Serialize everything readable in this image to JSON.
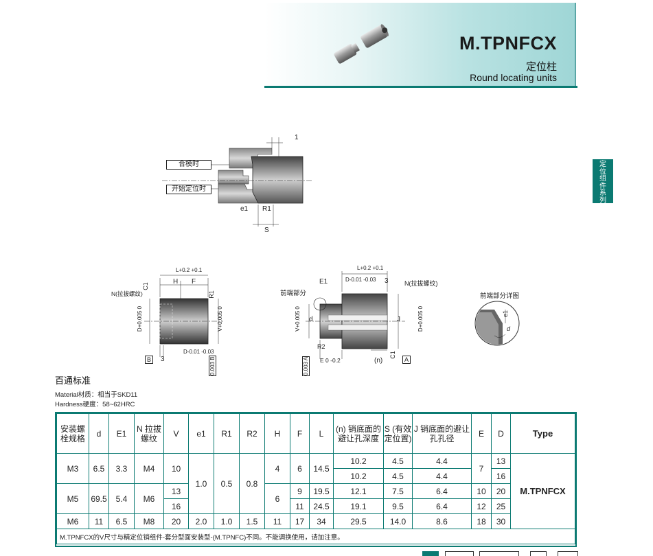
{
  "header": {
    "title": "M.TPNFCX",
    "subtitle_cn": "定位柱",
    "subtitle_en": "Round locating units"
  },
  "side_tab": {
    "label": "定位组件系列"
  },
  "diagram_top": {
    "label_closed": "合模时",
    "label_start": "开始定位时",
    "callout": "1",
    "e1": "e1",
    "r1": "R1",
    "s": "S"
  },
  "diagram_left": {
    "L": "L+0.2 +0.1",
    "H": "H",
    "F": "F",
    "C1": "C1",
    "R1": "R1",
    "N": "N(拉拔螺纹)",
    "D": "D+0.005 0",
    "V": "V+0.005 0",
    "D_tol": "D-0.01 -0.03",
    "three": "3",
    "B": "B",
    "geo": "0.003 B"
  },
  "diagram_mid": {
    "L": "L+0.2 +0.1",
    "E1": "E1",
    "D_tol": "D-0.01 -0.03",
    "three": "3",
    "front": "前端部分",
    "N": "N(拉拔螺纹)",
    "V": "V+0.005 0",
    "d": "d",
    "J": "J",
    "D": "D+0.005 0",
    "R2": "R2",
    "E": "E 0 -0.2",
    "n": "(n)",
    "C1": "C1",
    "A": "A",
    "geo": "0.003 A"
  },
  "diagram_right": {
    "title": "前端部分详图",
    "e1": "e1",
    "d": "d"
  },
  "section": {
    "title": "百通标准",
    "material": "Material材质：相当于SKD11",
    "hardness": "Hardness硬度：58~62HRC"
  },
  "table": {
    "headers": [
      "安装螺栓规格",
      "d",
      "E1",
      "N 拉拔螺纹",
      "V",
      "e1",
      "R1",
      "R2",
      "H",
      "F",
      "L",
      "(n) 销底面的避让孔深度",
      "S (有效定位置)",
      "J 销底面的避让孔孔径",
      "E",
      "D",
      "Type"
    ],
    "rows": [
      {
        "bolt": "M3",
        "d": "6.5",
        "E1": "3.3",
        "N": "M4",
        "V": "10",
        "e1": "1.0",
        "R1": "0.5",
        "R2": "0.8",
        "H": "4",
        "F": "6",
        "L": "14.5",
        "n": "10.2",
        "S": "4.5",
        "J": "4.4",
        "E": "7",
        "D": "13"
      },
      {
        "n": "10.2",
        "S": "4.5",
        "J": "4.4",
        "D": "16"
      },
      {
        "bolt": "M5",
        "d": "69.5",
        "E1": "5.4",
        "N": "M6",
        "V": "13",
        "H": "6",
        "F": "9",
        "L": "19.5",
        "n": "12.1",
        "S": "7.5",
        "J": "6.4",
        "E": "10",
        "D": "20"
      },
      {
        "V": "16",
        "F": "11",
        "L": "24.5",
        "n": "19.1",
        "S": "9.5",
        "J": "6.4",
        "E": "12",
        "D": "25"
      },
      {
        "bolt": "M6",
        "d": "11",
        "E1": "6.5",
        "N": "M8",
        "V": "20",
        "e1": "2.0",
        "R1": "1.0",
        "R2": "1.5",
        "H": "11",
        "F": "17",
        "L": "34",
        "n": "29.5",
        "S": "14.0",
        "J": "8.6",
        "E": "18",
        "D": "30"
      }
    ],
    "type_value": "M.TPNFCX",
    "note": "M.TPNFCX的V尺寸与精定位销组件-套分型面安装型-(M.TPNFC)不同。不能调换使用，请加注意。"
  }
}
